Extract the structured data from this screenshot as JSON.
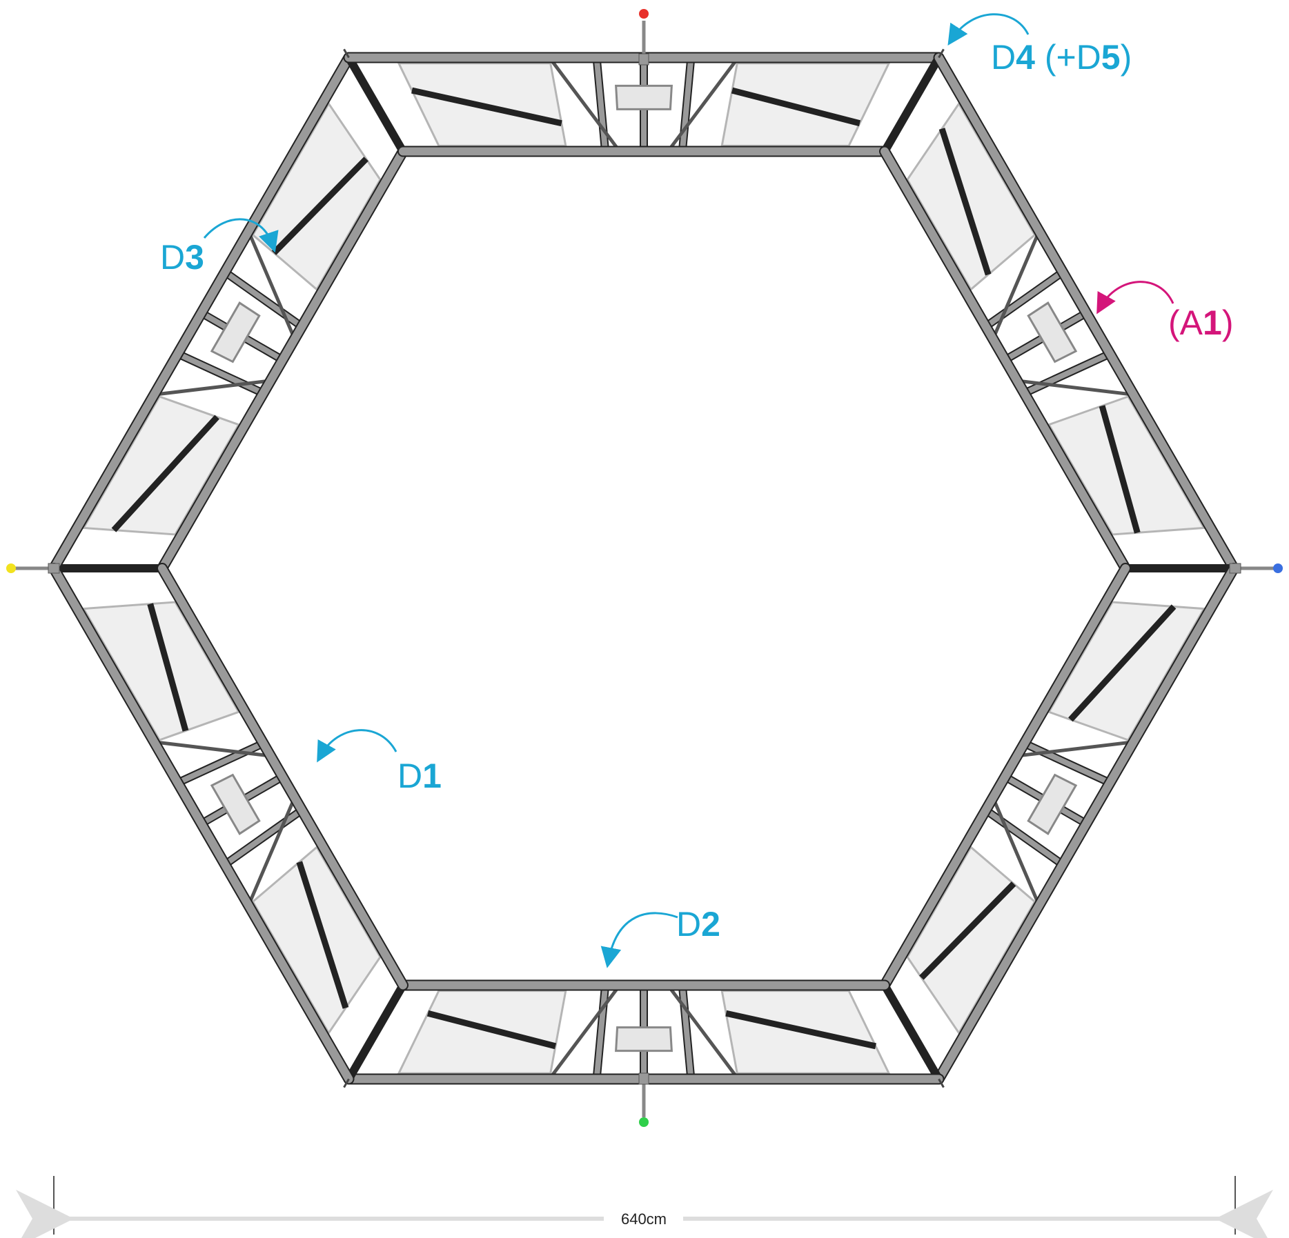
{
  "labels": {
    "d1": {
      "prefix": "D",
      "num": "1",
      "suffix": ""
    },
    "d2": {
      "prefix": "D",
      "num": "2",
      "suffix": ""
    },
    "d3": {
      "prefix": "D",
      "num": "3",
      "suffix": ""
    },
    "d4": {
      "prefix": "D",
      "num": "4",
      "mid": " (+D",
      "num2": "5",
      "suffix": ")"
    },
    "a1": {
      "prefix": "(A",
      "num": "1",
      "suffix": ")"
    }
  },
  "dimension": {
    "text": "640cm"
  },
  "colors": {
    "label_blue": "#1aa6d4",
    "label_pink": "#d4157a",
    "truss_dark": "#222222",
    "truss_tube": "#9a9a9a",
    "panel_fill": "#efefef",
    "led_red": "#e8302a",
    "led_green": "#2fcf4a",
    "led_yellow": "#f2e21e",
    "led_blue": "#3a6fe0"
  }
}
